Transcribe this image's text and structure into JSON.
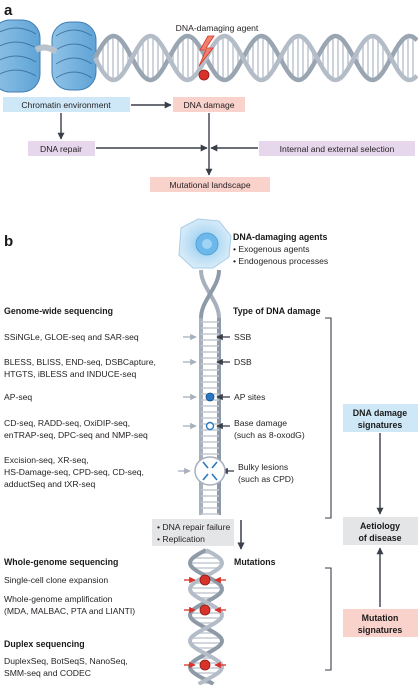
{
  "panel_a": {
    "label": "a",
    "agent_label": "DNA-damaging agent",
    "chromatin": "Chromatin environment",
    "damage": "DNA damage",
    "repair": "DNA repair",
    "selection": "Internal and external selection",
    "landscape": "Mutational landscape"
  },
  "panel_b": {
    "label": "b",
    "agents_title": "DNA-damaging agents",
    "agents_items": [
      "• Exogenous agents",
      "• Endogenous processes"
    ],
    "gw_title": "Genome-wide sequencing",
    "damage_type_title": "Type of DNA damage",
    "methods": [
      {
        "lines": [
          "SSiNGLe, GLOE-seq and SAR-seq"
        ],
        "damage": [
          "SSB"
        ]
      },
      {
        "lines": [
          "BLESS, BLISS, END-seq, DSBCapture,",
          "HTGTS, iBLESS and INDUCE-seq"
        ],
        "damage": [
          "DSB"
        ]
      },
      {
        "lines": [
          "AP-seq"
        ],
        "damage": [
          "AP sites"
        ]
      },
      {
        "lines": [
          "CD-seq, RADD-seq, OxiDIP-seq,",
          "enTRAP-seq, DPC-seq and NMP-seq"
        ],
        "damage": [
          "Base damage",
          "(such as 8-oxodG)"
        ]
      },
      {
        "lines": [
          "Excision-seq, XR-seq,",
          "HS-Damage-seq, CPD-seq, CD-seq,",
          "adductSeq and tXR-seq"
        ],
        "damage": [
          "Bulky lesions",
          "(such as CPD)"
        ]
      }
    ],
    "repair_box": [
      "• DNA repair failure",
      "• Replication"
    ],
    "wgs_title": "Whole-genome sequencing",
    "mutations_title": "Mutations",
    "wgs_methods": [
      {
        "lines": [
          "Single-cell clone expansion"
        ]
      },
      {
        "lines": [
          "Whole-genome amplification",
          "(MDA, MALBAC, PTA and LIANTI)"
        ]
      }
    ],
    "duplex_title": "Duplex sequencing",
    "duplex_methods": [
      {
        "lines": [
          "DuplexSeq, BotSeqS, NanoSeq,",
          "SMM-seq and CODEC"
        ]
      }
    ],
    "damage_signatures": [
      "DNA damage",
      "signatures"
    ],
    "aetiology": [
      "Aetiology",
      "of disease"
    ],
    "mutation_signatures": [
      "Mutation",
      "signatures"
    ]
  },
  "colors": {
    "blue_box": "#cfe8f7",
    "pink_box": "#f9d2cc",
    "purple_box": "#e7d7ec",
    "gray_box": "#e4e5e7",
    "arrow": "#3a3f4a",
    "dna": "#8e9aa8",
    "lesion_red": "#d9322b",
    "lesion_blue": "#2a78c2"
  }
}
